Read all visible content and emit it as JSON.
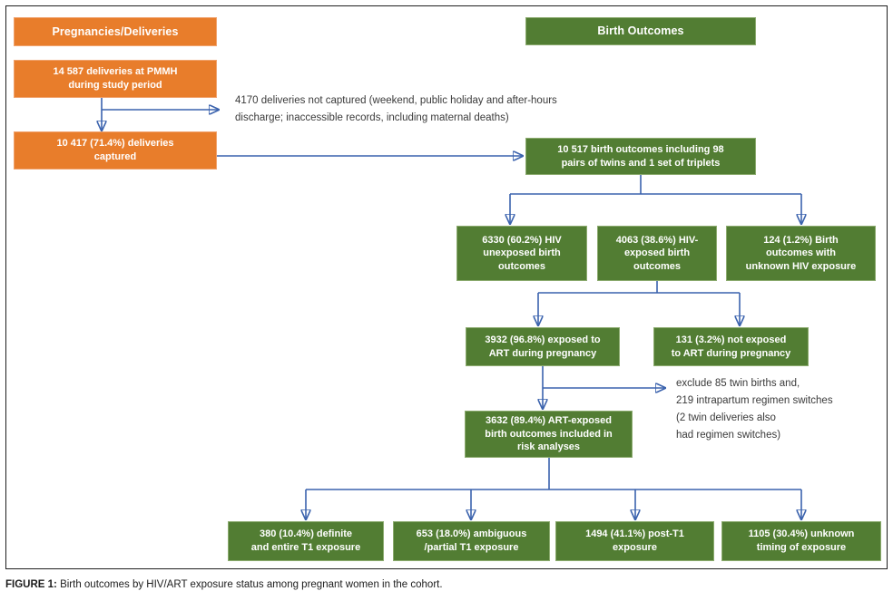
{
  "headers": {
    "pregnancies": "Pregnancies/Deliveries",
    "birth_outcomes": "Birth Outcomes"
  },
  "boxes": {
    "total_deliveries": "14 587 deliveries at PMMH\nduring study period",
    "captured_deliveries": "10 417 (71.4%) deliveries\ncaptured",
    "birth_outcomes_total": "10 517 birth outcomes including 98\npairs of twins and 1 set of triplets",
    "hiv_unexposed": "6330 (60.2%) HIV\nunexposed birth\noutcomes",
    "hiv_exposed": "4063 (38.6%) HIV-\nexposed birth\noutcomes",
    "unknown_hiv": "124 (1.2%) Birth\noutcomes with\nunknown HIV exposure",
    "art_exposed": "3932 (96.8%) exposed to\nART during pregnancy",
    "not_art_exposed": "131 (3.2%) not exposed\nto ART during pregnancy",
    "risk_analyses": "3632 (89.4%) ART-exposed\nbirth outcomes included in\nrisk analyses",
    "definite_t1": "380 (10.4%) definite\nand entire T1 exposure",
    "ambiguous_t1": "653 (18.0%) ambiguous\n/partial T1 exposure",
    "post_t1": "1494 (41.1%) post-T1\nexposure",
    "unknown_timing": "1105 (30.4%) unknown\ntiming of exposure"
  },
  "notes": {
    "not_captured": "4170 deliveries not captured (weekend, public holiday and after-hours\ndischarge; inaccessible records, including maternal deaths)",
    "exclusions": "exclude 85 twin births and,\n219 intrapartum regimen switches\n(2 twin deliveries also\nhad regimen switches)"
  },
  "caption": {
    "label": "FIGURE 1:",
    "text": " Birth outcomes by HIV/ART exposure status among pregnant women in the cohort."
  },
  "colors": {
    "orange": "#E87D2B",
    "green": "#527D33",
    "connector_blue": "#3A62AD",
    "note_text": "#3A3A3A"
  }
}
